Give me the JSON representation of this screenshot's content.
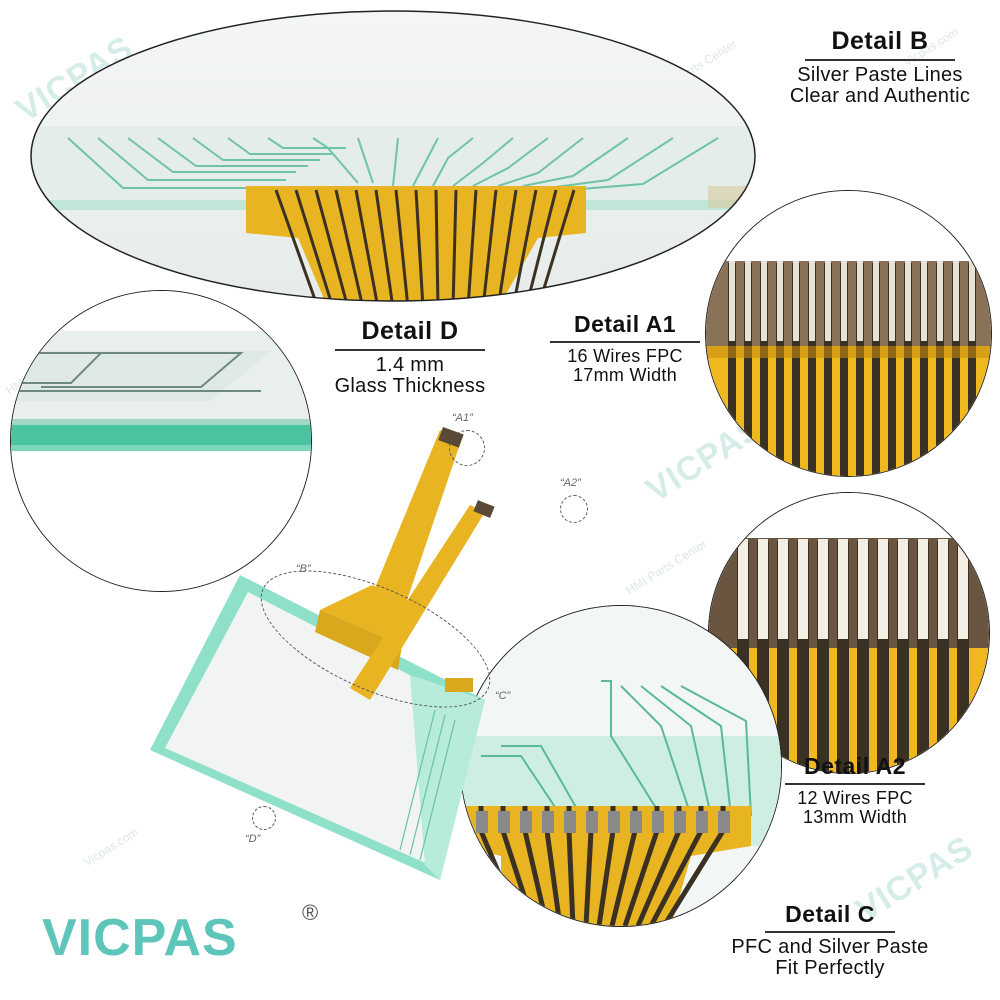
{
  "watermark": {
    "brand": "VICPAS",
    "tagline": "HMI Parts Center",
    "url": "Vicpas.com"
  },
  "details": {
    "b": {
      "title": "Detail B",
      "lines": [
        "Silver Paste Lines",
        "Clear and Authentic"
      ]
    },
    "d": {
      "title": "Detail D",
      "lines": [
        "1.4 mm",
        "Glass Thickness"
      ]
    },
    "a1": {
      "title": "Detail A1",
      "lines": [
        "16 Wires FPC",
        "17mm Width"
      ]
    },
    "a2": {
      "title": "Detail A2",
      "lines": [
        "12 Wires FPC",
        "13mm Width"
      ]
    },
    "c": {
      "title": "Detail C",
      "lines": [
        "PFC and Silver Paste",
        "Fit Perfectly"
      ]
    }
  },
  "callouts": {
    "a1": "“A1”",
    "a2": "“A2”",
    "b": "“B”",
    "c": "“C”",
    "d": "“D”"
  },
  "logo": {
    "text": "VICPAS",
    "mark": "®"
  },
  "colors": {
    "glass": "#8fe0c8",
    "fpc": "#e9b421",
    "wire": "#3b3122",
    "logo": "#5ec5bb",
    "border": "#222222"
  }
}
